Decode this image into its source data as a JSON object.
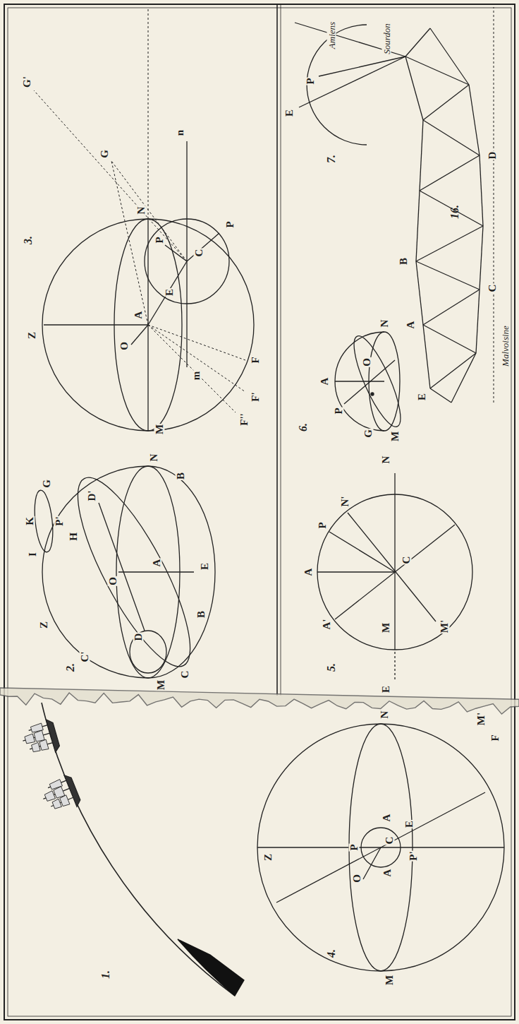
{
  "diagram": {
    "labels": [
      "1.",
      "2.",
      "Z",
      "I",
      "K",
      "G",
      "P'",
      "H",
      "C'",
      "D'",
      "O",
      "A",
      "E",
      "C",
      "D",
      "B",
      "B",
      "M",
      "N",
      "3.",
      "Z",
      "O",
      "A",
      "N",
      "P",
      "C",
      "E",
      "P",
      "M",
      "F''",
      "F'",
      "F",
      "G",
      "G'",
      "m",
      "n",
      "4.",
      "Z",
      "O",
      "A",
      "P",
      "C",
      "A",
      "P'",
      "E",
      "M",
      "N",
      "F",
      "M'",
      "5.",
      "P",
      "A",
      "A'",
      "N'",
      "C",
      "M",
      "M'",
      "E",
      "N",
      "6.",
      "A",
      "P",
      "O",
      "G",
      "M",
      "N",
      "7.",
      "E",
      "P",
      "Sourdon",
      "Amiens",
      "16.",
      "Malvoisine",
      "E",
      "A",
      "B",
      "C",
      "D"
    ]
  }
}
